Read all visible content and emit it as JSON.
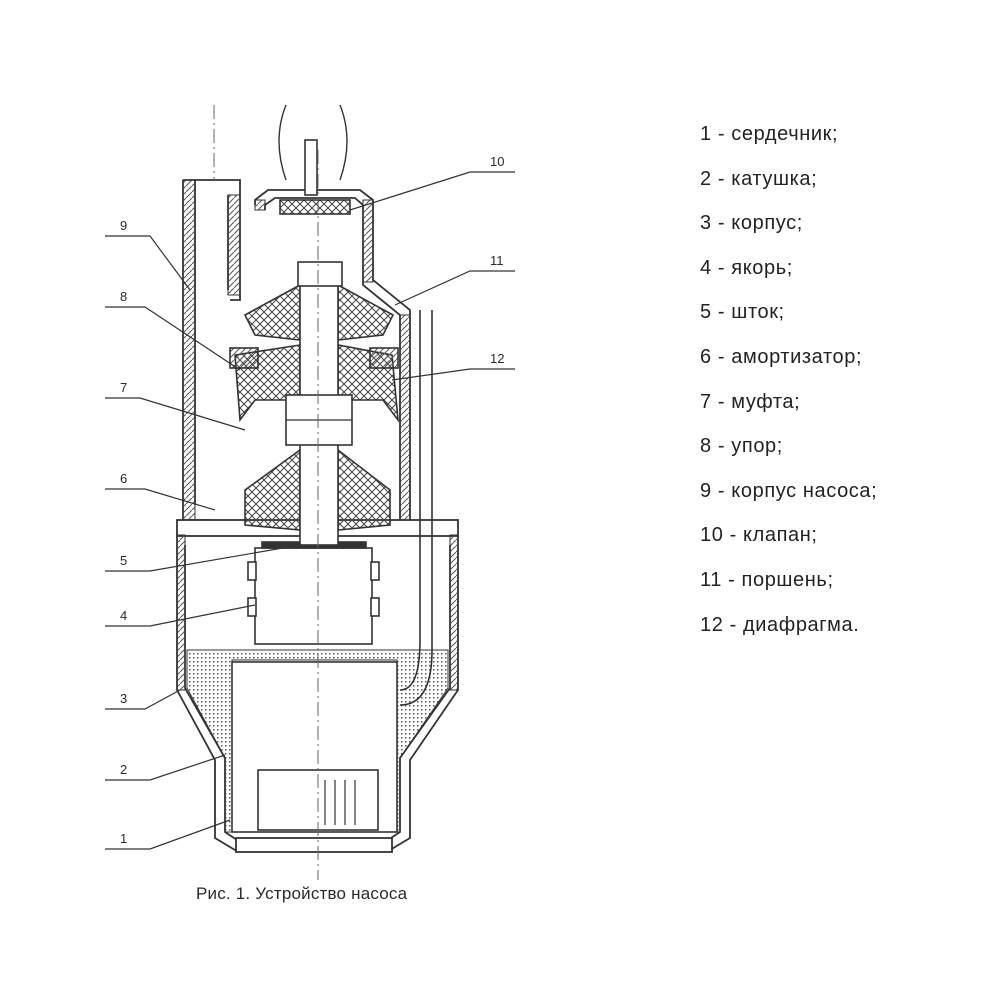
{
  "figure": {
    "caption": "Рис. 1. Устройство насоса",
    "callouts": [
      "1",
      "2",
      "3",
      "4",
      "5",
      "6",
      "7",
      "8",
      "9",
      "10",
      "11",
      "12"
    ]
  },
  "legend": {
    "items": [
      {
        "label": "1 - сердечник;"
      },
      {
        "label": "2 - катушка;"
      },
      {
        "label": "3 - корпус;"
      },
      {
        "label": "4 - якорь;"
      },
      {
        "label": "5 - шток;"
      },
      {
        "label": "6 - амортизатор;"
      },
      {
        "label": "7 - муфта;"
      },
      {
        "label": "8 - упор;"
      },
      {
        "label": "9 - корпус насоса;"
      },
      {
        "label": "10 - клапан;"
      },
      {
        "label": "11 - поршень;"
      },
      {
        "label": "12 - диафрагма."
      }
    ]
  },
  "colors": {
    "line": "#333333",
    "background": "#ffffff"
  }
}
